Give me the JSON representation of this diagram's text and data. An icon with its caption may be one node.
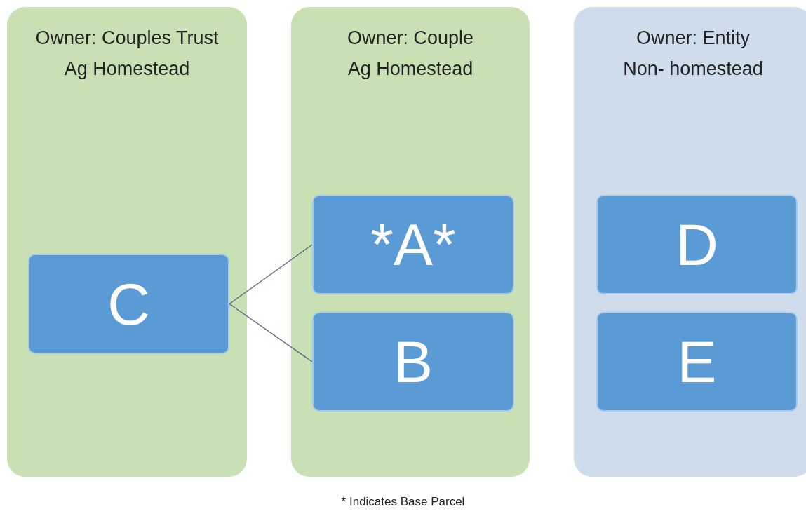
{
  "diagram": {
    "caption": "* Indicates Base Parcel",
    "nodes": [
      {
        "text": [
          "Owner: Couples Trust",
          "Ag Homestead"
        ]
      },
      {
        "text": [
          "C"
        ],
        "in": 0
      },
      {
        "text": [
          "Owner: Couple",
          "Ag Homestead"
        ]
      },
      {
        "text": [
          "*A*"
        ],
        "in": 2
      },
      {
        "text": [
          "B"
        ],
        "in": 2
      },
      {
        "text": [
          "Owner: Entity",
          "Non- homestead"
        ]
      },
      {
        "text": [
          "D"
        ],
        "in": 5
      },
      {
        "text": [
          "E"
        ],
        "in": 5
      }
    ],
    "edges": [
      {
        "from": 1,
        "to": 3,
        "arrow": "none"
      },
      {
        "from": 1,
        "to": 4,
        "arrow": "none"
      }
    ]
  }
}
